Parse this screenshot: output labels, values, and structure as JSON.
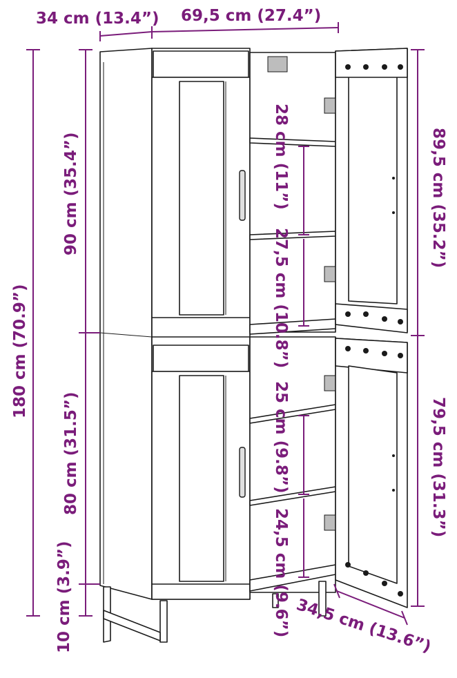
{
  "colors": {
    "dimension": "#7a1c7a",
    "ink": "#1a1a1a",
    "hinge": "#bdbdbd"
  },
  "dimensions": {
    "depth": "34 cm (13.4”)",
    "width": "69,5 cm (27.4”)",
    "total_height": "180 cm (70.9”)",
    "upper_height": "90 cm (35.4”)",
    "lower_height": "80 cm (31.5”)",
    "leg_height": "10 cm (3.9”)",
    "upper_door_height": "89,5 cm (35.2”)",
    "lower_door_height": "79,5 cm (31.3”)",
    "upper_shelf_1": "28 cm (11”)",
    "upper_shelf_2": "27,5 cm (10.8”)",
    "lower_shelf_1": "25 cm (9.8”)",
    "lower_shelf_2": "24,5 cm (9.6”)",
    "door_width": "34,5 cm (13.6”)"
  }
}
